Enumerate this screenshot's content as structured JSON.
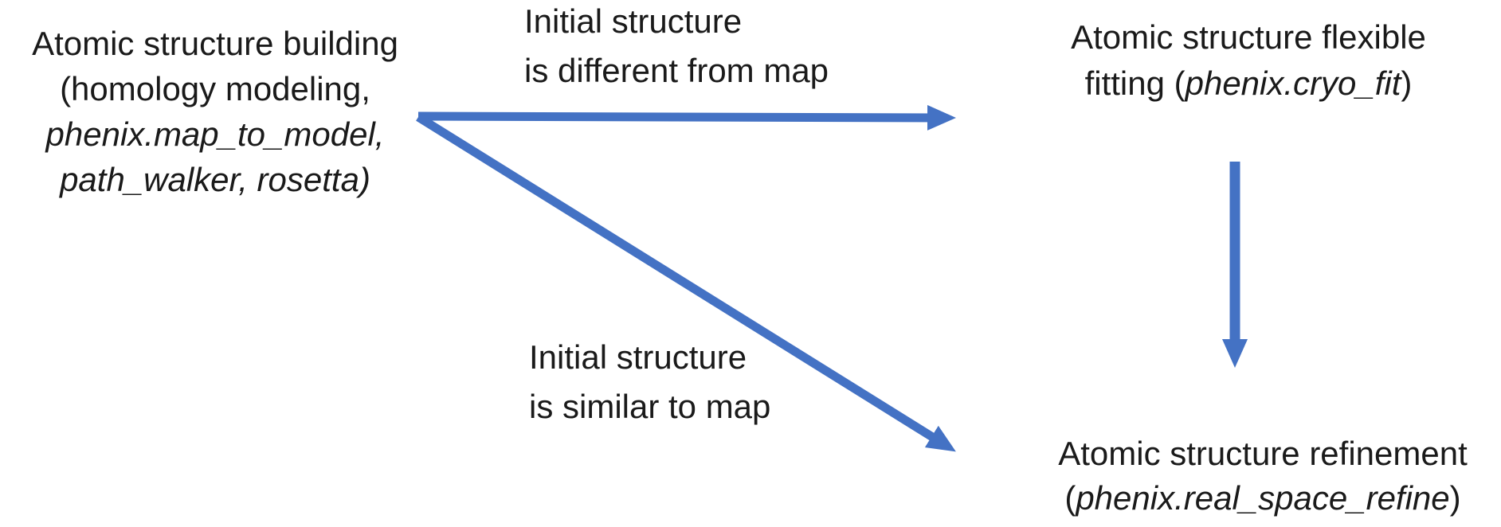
{
  "colors": {
    "arrow": "#4472C4",
    "text": "#1a1a1a",
    "background": "#ffffff"
  },
  "nodes": {
    "building": {
      "line1": "Atomic structure building",
      "line2": "(homology modeling,",
      "line3": "phenix.map_to_model,",
      "line4": "path_walker, rosetta)"
    },
    "fitting": {
      "line1": "Atomic structure flexible",
      "line2_prefix": "fitting (",
      "line2_italic": "phenix.cryo_fit",
      "line2_suffix": ")"
    },
    "refinement": {
      "line1": "Atomic structure refinement",
      "line2_prefix": "(",
      "line2_italic": "phenix.real_space_refine",
      "line2_suffix": ")"
    }
  },
  "conditions": {
    "different": {
      "line1": "Initial structure",
      "line2": "is different from map"
    },
    "similar": {
      "line1": "Initial structure",
      "line2": "is similar to map"
    }
  },
  "arrows": [
    {
      "name": "building-to-fitting",
      "from": "building",
      "to": "fitting",
      "condition": "different"
    },
    {
      "name": "building-to-refinement",
      "from": "building",
      "to": "refinement",
      "condition": "similar"
    },
    {
      "name": "fitting-to-refinement",
      "from": "fitting",
      "to": "refinement"
    }
  ]
}
